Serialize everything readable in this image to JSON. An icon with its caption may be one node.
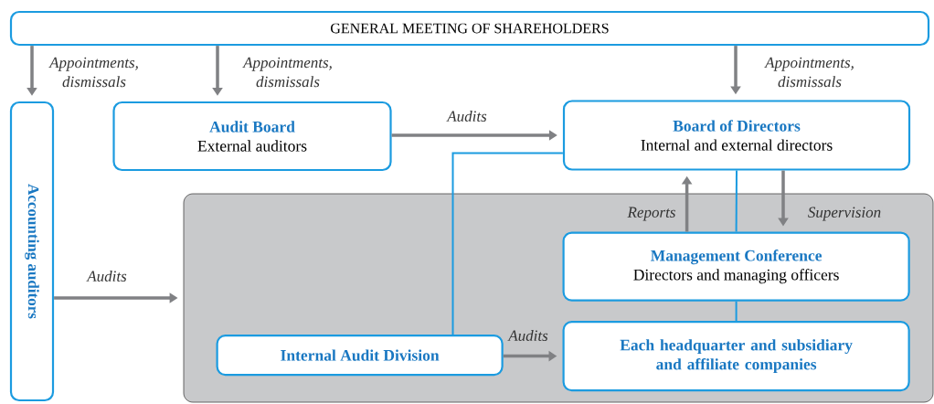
{
  "diagram": {
    "nodes": [
      {
        "text": [
          "GENERAL MEETING OF SHAREHOLDERS"
        ]
      },
      {
        "text": [
          "Accounting auditors"
        ]
      },
      {
        "text": [
          "Audit Board",
          "External auditors"
        ]
      },
      {
        "text": [
          "Board of Directors",
          "Internal and external directors"
        ]
      },
      {
        "text": [],
        "shape": "box"
      },
      {
        "text": [
          "Management Conference",
          "Directors and managing officers"
        ],
        "in": 4
      },
      {
        "text": [
          "Internal Audit Division"
        ],
        "in": 4
      },
      {
        "text": [
          "Each headquarter and subsidiary and affiliate companies"
        ],
        "in": 4
      }
    ],
    "edges": [
      {
        "from": 0,
        "to": 1,
        "arrow": "to",
        "label": "Appointments, dismissals"
      },
      {
        "from": 0,
        "to": 2,
        "arrow": "to",
        "label": "Appointments, dismissals"
      },
      {
        "from": 0,
        "to": 3,
        "arrow": "to",
        "label": "Appointments, dismissals"
      },
      {
        "from": 2,
        "to": 3,
        "arrow": "to",
        "label": "Audits"
      },
      {
        "from": 1,
        "to": 4,
        "arrow": "to",
        "label": "Audits"
      },
      {
        "from": 5,
        "to": 3,
        "arrow": "to",
        "label": "Reports"
      },
      {
        "from": 3,
        "to": 5,
        "arrow": "to",
        "label": "Supervision"
      },
      {
        "from": 6,
        "to": 7,
        "arrow": "to",
        "label": "Audits"
      },
      {
        "from": 3,
        "to": 5,
        "arrow": "none",
        "color": "#1b9be0"
      },
      {
        "from": 5,
        "to": 7,
        "arrow": "none",
        "color": "#1b9be0"
      },
      {
        "from": 6,
        "to": 3,
        "arrow": "none",
        "color": "#1b9be0"
      }
    ]
  }
}
